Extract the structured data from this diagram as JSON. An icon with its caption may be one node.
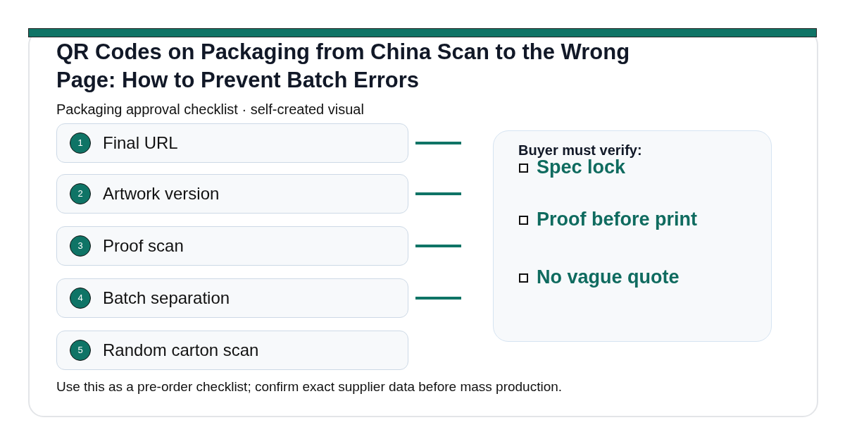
{
  "diagram": {
    "title": "QR Codes on Packaging from China Scan to the Wrong Page: How to Prevent Batch Errors",
    "caption": "Use this as a pre-order checklist; confirm exact supplier data before mass production.",
    "nodes": [
      {
        "text": [
          "Final URL"
        ]
      },
      {
        "text": [
          "1"
        ],
        "in": 0
      },
      {
        "text": [
          "Artwork version"
        ]
      },
      {
        "text": [
          "2"
        ],
        "in": 2
      },
      {
        "text": [
          "Proof scan"
        ]
      },
      {
        "text": [
          "3"
        ],
        "in": 4
      },
      {
        "text": [
          "Batch separation"
        ]
      },
      {
        "text": [
          "4"
        ],
        "in": 6
      },
      {
        "text": [
          "Random carton scan"
        ]
      },
      {
        "text": [
          "5"
        ],
        "in": 8
      },
      {
        "text": [
          "Buyer must verify:"
        ]
      }
    ],
    "edges": [
      {
        "from": 0,
        "to": null,
        "arrow": "none"
      },
      {
        "from": 2,
        "to": null,
        "arrow": "none"
      },
      {
        "from": 4,
        "to": null,
        "arrow": "none"
      },
      {
        "from": 6,
        "to": null,
        "arrow": "none"
      }
    ],
    "labels": [
      "Packaging approval checklist · self-created visual",
      "Spec lock",
      "Proof before print",
      "No vague quote"
    ]
  }
}
